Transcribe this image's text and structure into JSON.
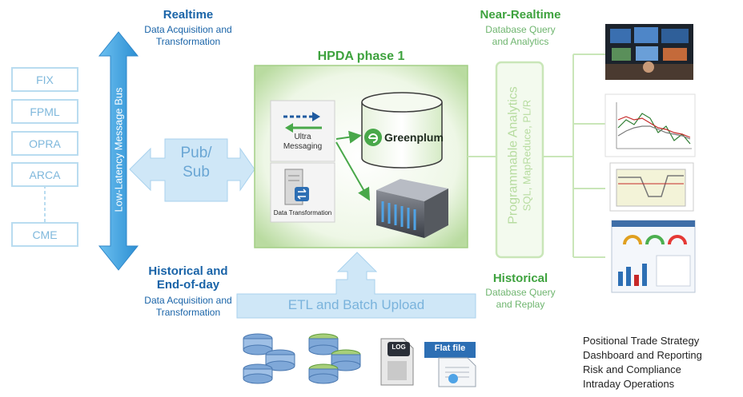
{
  "sources": {
    "feeds": [
      "FIX",
      "FPML",
      "OPRA",
      "ARCA",
      "CME"
    ]
  },
  "message_bus": {
    "label": "Low-Latency Message Bus"
  },
  "pubsub": {
    "label_line1": "Pub/",
    "label_line2": "Sub"
  },
  "realtime": {
    "title": "Realtime",
    "sub_line1": "Data  Acquisition and",
    "sub_line2": "Transformation"
  },
  "historical_eod": {
    "title_line1": "Historical and",
    "title_line2": "End-of-day",
    "sub_line1": "Data  Acquisition and",
    "sub_line2": "Transformation"
  },
  "hpda": {
    "title": "HPDA phase 1",
    "ultra_messaging_line1": "Ultra",
    "ultra_messaging_line2": "Messaging",
    "data_transformation": "Data Transformation",
    "greenplum": "Greenplum"
  },
  "etl": {
    "label": "ETL and Batch Upload"
  },
  "analytics": {
    "title": "Programmable Analytics",
    "subtitle": "SQL, MapReduce, PL/R"
  },
  "near_realtime": {
    "title": "Near-Realtime",
    "sub_line1": "Database Query",
    "sub_line2": "and Analytics"
  },
  "historical": {
    "title": "Historical",
    "sub_line1": "Database Query",
    "sub_line2": "and Replay"
  },
  "bottom_sources": {
    "log_label": "LOG",
    "flatfile_label": "Flat file"
  },
  "use_cases": [
    "Positional Trade Strategy",
    "Dashboard and Reporting",
    "Risk and Compliance",
    "Intraday Operations"
  ],
  "colors": {
    "blue_title": "#1a64a8",
    "green_title": "#3ea23e",
    "bus_blue": "#4aa6e0",
    "light_blue": "#cfe7f7",
    "light_green": "#c9e6b8"
  }
}
